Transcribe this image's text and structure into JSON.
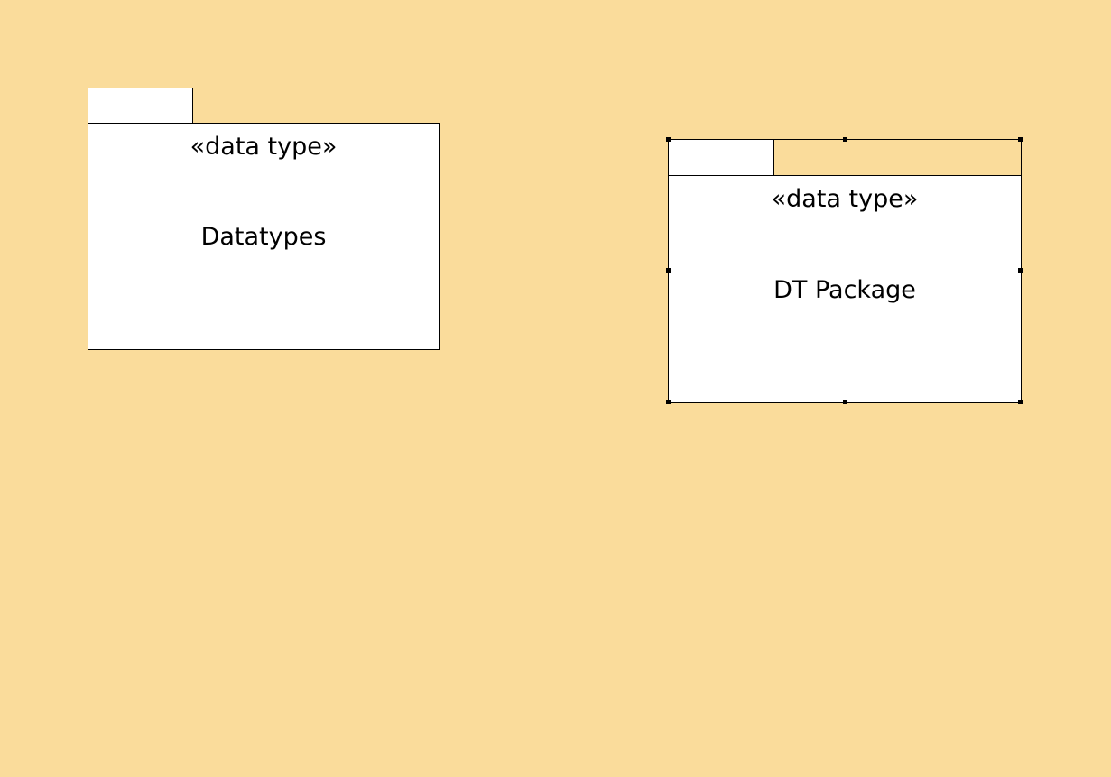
{
  "diagram": {
    "background_color": "#FADC9B",
    "packages": [
      {
        "stereotype": "«data type»",
        "name": "Datatypes",
        "selected": false
      },
      {
        "stereotype": "«data type»",
        "name": "DT Package",
        "selected": true
      }
    ]
  }
}
